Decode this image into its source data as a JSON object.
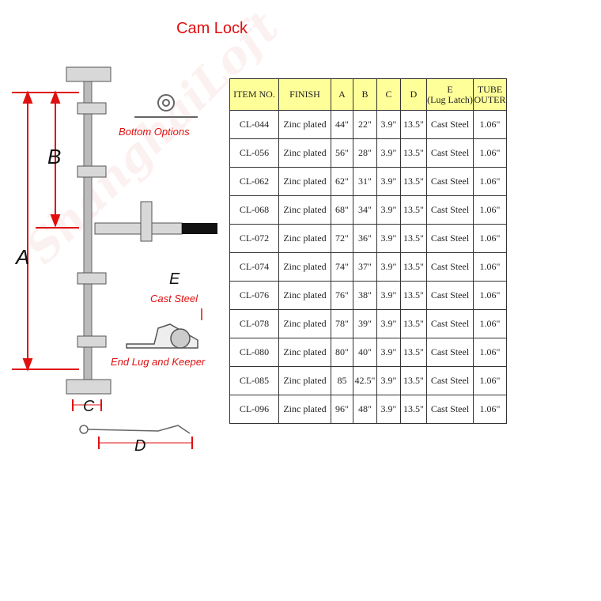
{
  "title": "Cam Lock",
  "watermark": "ShanghaiLoft",
  "labels": {
    "bottom_options": "Bottom Options",
    "e": "E",
    "cast_steel": "Cast Steel",
    "end_lug": "End Lug and Keeper",
    "a": "A",
    "b": "B",
    "c": "C",
    "d": "D"
  },
  "table": {
    "headers": [
      "ITEM NO.",
      "FINISH",
      "A",
      "B",
      "C",
      "D",
      "E",
      "(Lug Latch)",
      "TUBE",
      "OUTER"
    ],
    "rows": [
      [
        "CL-044",
        "Zinc plated",
        "44\"",
        "22\"",
        "3.9\"",
        "13.5\"",
        "Cast Steel",
        "1.06\""
      ],
      [
        "CL-056",
        "Zinc plated",
        "56\"",
        "28\"",
        "3.9\"",
        "13.5\"",
        "Cast Steel",
        "1.06\""
      ],
      [
        "CL-062",
        "Zinc plated",
        "62\"",
        "31\"",
        "3.9\"",
        "13.5\"",
        "Cast Steel",
        "1.06\""
      ],
      [
        "CL-068",
        "Zinc plated",
        "68\"",
        "34\"",
        "3.9\"",
        "13.5\"",
        "Cast Steel",
        "1.06\""
      ],
      [
        "CL-072",
        "Zinc plated",
        "72\"",
        "36\"",
        "3.9\"",
        "13.5\"",
        "Cast Steel",
        "1.06\""
      ],
      [
        "CL-074",
        "Zinc plated",
        "74\"",
        "37\"",
        "3.9\"",
        "13.5\"",
        "Cast Steel",
        "1.06\""
      ],
      [
        "CL-076",
        "Zinc plated",
        "76\"",
        "38\"",
        "3.9\"",
        "13.5\"",
        "Cast Steel",
        "1.06\""
      ],
      [
        "CL-078",
        "Zinc plated",
        "78\"",
        "39\"",
        "3.9\"",
        "13.5\"",
        "Cast Steel",
        "1.06\""
      ],
      [
        "CL-080",
        "Zinc plated",
        "80\"",
        "40\"",
        "3.9\"",
        "13.5\"",
        "Cast Steel",
        "1.06\""
      ],
      [
        "CL-085",
        "Zinc plated",
        "85",
        "42.5\"",
        "3.9\"",
        "13.5\"",
        "Cast Steel",
        "1.06\""
      ],
      [
        "CL-096",
        "Zinc plated",
        "96\"",
        "48\"",
        "3.9\"",
        "13.5\"",
        "Cast Steel",
        "1.06\""
      ]
    ]
  }
}
